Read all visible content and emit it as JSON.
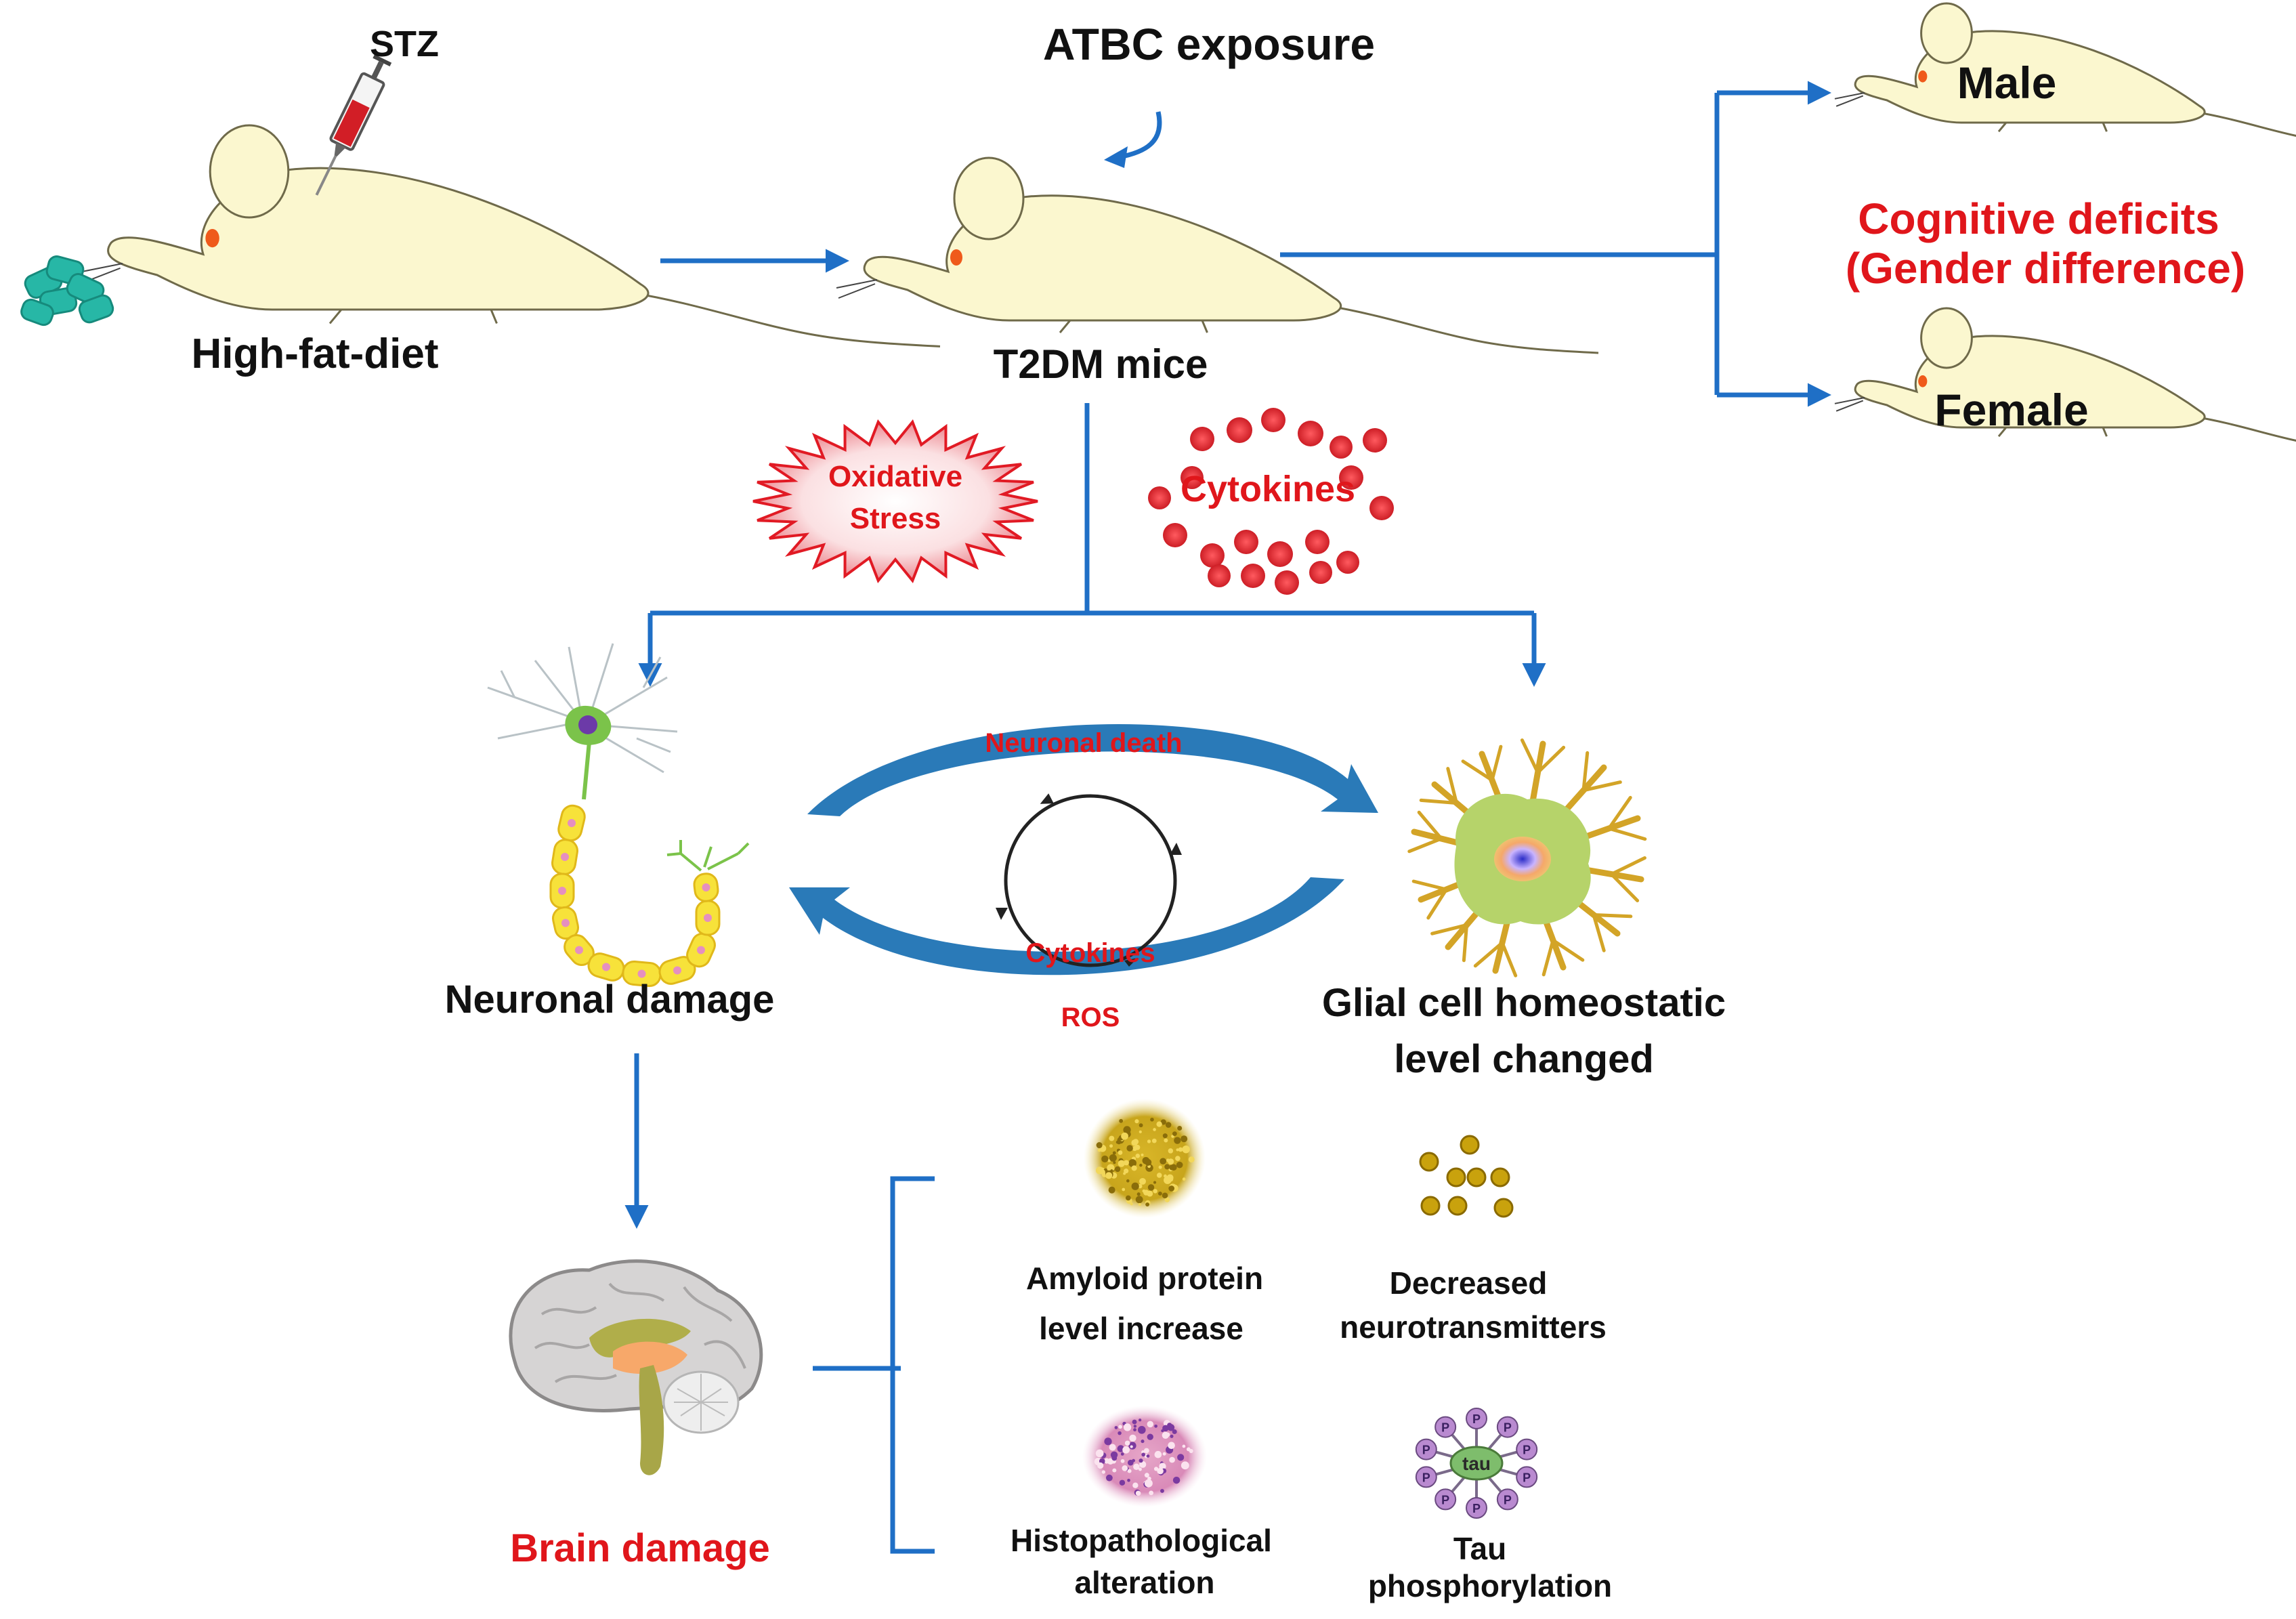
{
  "labels": {
    "stz": "STZ",
    "high_fat_diet": "High-fat-diet",
    "atbc_exposure": "ATBC exposure",
    "t2dm_mice": "T2DM mice",
    "male": "Male",
    "female": "Female",
    "cognitive_line1": "Cognitive deficits",
    "cognitive_line2": "(Gender difference)",
    "oxidative_line1": "Oxidative",
    "oxidative_line2": "Stress",
    "cytokines_cloud": "Cytokines",
    "neuronal_death": "Neuronal death",
    "cytokines_cycle": "Cytokines",
    "ros": "ROS",
    "neuronal_damage": "Neuronal damage",
    "glial_line1": "Glial cell homeostatic",
    "glial_line2": "level changed",
    "brain_damage": "Brain damage",
    "amyloid_line1": "Amyloid protein",
    "amyloid_line2": "level increase",
    "decreased_line1": "Decreased",
    "decreased_line2": "neurotransmitters",
    "histo_line1": "Histopathological",
    "histo_line2": "alteration",
    "tau_line1": "Tau",
    "tau_line2": "phosphorylation",
    "tau_core": "tau",
    "p_letter": "P"
  },
  "colors": {
    "arrow_blue": "#1f6fc6",
    "cycle_blue": "#2a7ab8",
    "label_red": "#e0161b",
    "text_black": "#111111",
    "mouse_fill": "#fbf7cf",
    "mouse_stroke": "#6f6a4a",
    "pellet": "#27b7a6",
    "dot_red": "#ee5a5e",
    "amber_dot": "#c9a20d",
    "neuron_yellow": "#f7e23a",
    "glia_green": "#b6d36a",
    "glia_brown": "#d3a427"
  }
}
